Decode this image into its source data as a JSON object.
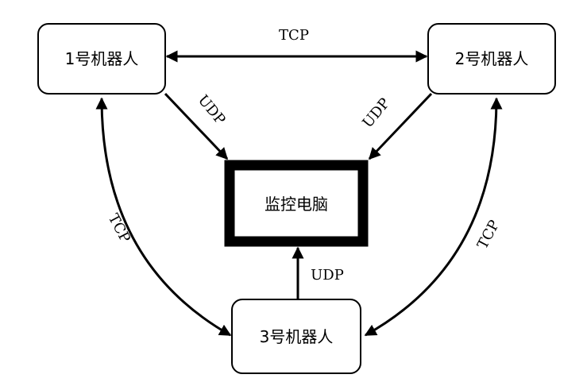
{
  "nodes": {
    "robot1": "1号机器人",
    "robot2": "2号机器人",
    "robot3": "3号机器人",
    "monitor": "监控电脑"
  },
  "edges": {
    "robot1_robot2": "TCP",
    "robot1_monitor": "UDP",
    "robot2_monitor": "UDP",
    "robot3_monitor": "UDP",
    "robot1_robot3": "TCP",
    "robot2_robot3": "TCP"
  },
  "colors": {
    "stroke": "#000000",
    "background": "#ffffff"
  }
}
